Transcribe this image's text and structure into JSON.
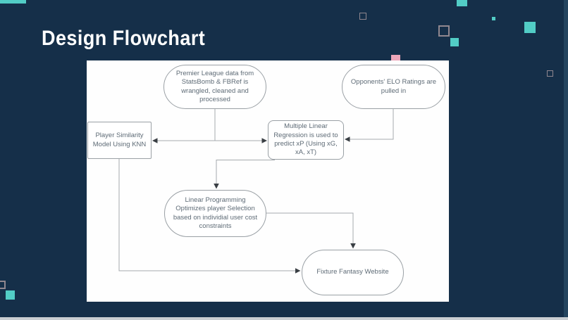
{
  "slide": {
    "title": "Design Flowchart",
    "colors": {
      "background": "#152f49",
      "accent_teal": "#52cdc6",
      "accent_pink": "#eca6ba",
      "outline_square": "#90878f",
      "panel": "#fefefe",
      "node_border": "#9aa0a5",
      "node_text": "#5e6b76",
      "connector_line": "#a5aaae",
      "arrowhead": "#3a3f44",
      "bottom_bar": "#c9ced2"
    }
  },
  "flowchart": {
    "nodes": [
      {
        "id": "premier-league-data",
        "shape": "stadium",
        "label": "Premier League data from StatsBomb & FBRef is wrangled, cleaned and processed"
      },
      {
        "id": "opponents-elo",
        "shape": "stadium",
        "label": "Opponents' ELO Ratings are pulled in"
      },
      {
        "id": "player-similarity-knn",
        "shape": "rect",
        "label": "Player Similarity Model Using KNN"
      },
      {
        "id": "multiple-linear-regression",
        "shape": "rounded-rect",
        "label": "Multiple Linear Regression is used to predict xP (Using xG, xA, xT)"
      },
      {
        "id": "linear-programming",
        "shape": "stadium",
        "label": "Linear Programming Optimizes player Selection based on individial user cost constraints"
      },
      {
        "id": "fixture-fantasy-website",
        "shape": "stadium",
        "label": "Fixture Fantasy Website"
      }
    ],
    "edges": [
      {
        "from": "premier-league-data",
        "to": "player-similarity-knn"
      },
      {
        "from": "premier-league-data",
        "to": "multiple-linear-regression"
      },
      {
        "from": "opponents-elo",
        "to": "multiple-linear-regression"
      },
      {
        "from": "multiple-linear-regression",
        "to": "linear-programming"
      },
      {
        "from": "linear-programming",
        "to": "fixture-fantasy-website"
      },
      {
        "from": "player-similarity-knn",
        "to": "fixture-fantasy-website"
      }
    ]
  }
}
